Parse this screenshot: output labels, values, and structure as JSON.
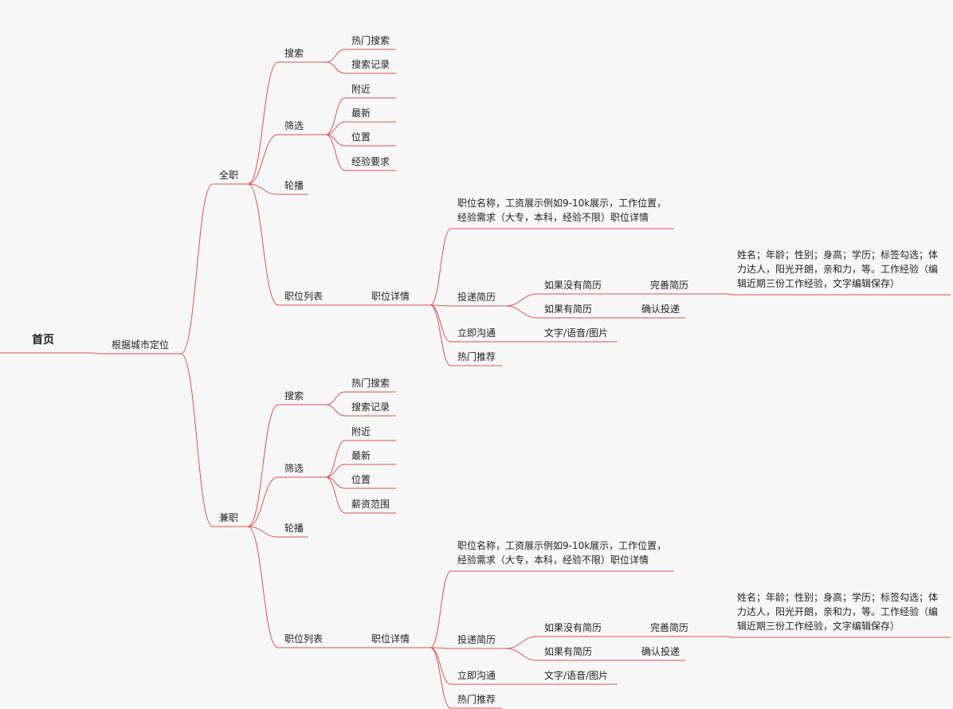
{
  "accent_color": "#d9534f",
  "root": {
    "label": "首页",
    "children": [
      {
        "label": "根据城市定位",
        "children": [
          {
            "label": "全职",
            "children": [
              {
                "label": "搜索",
                "children": [
                  {
                    "label": "热门搜索"
                  },
                  {
                    "label": "搜索记录"
                  }
                ]
              },
              {
                "label": "筛选",
                "children": [
                  {
                    "label": "附近"
                  },
                  {
                    "label": "最新"
                  },
                  {
                    "label": "位置"
                  },
                  {
                    "label": "经验要求"
                  }
                ]
              },
              {
                "label": "轮播"
              },
              {
                "label": "职位列表",
                "children": [
                  {
                    "label": "职位详情",
                    "children": [
                      {
                        "label": "职位名称，工资展示例如9-10k展示，工作位置，经验需求（大专，本科，经验不限）职位详情"
                      },
                      {
                        "label": "投递简历",
                        "children": [
                          {
                            "label": "如果没有简历",
                            "children": [
                              {
                                "label": "完善简历",
                                "children": [
                                  {
                                    "label": "姓名；年龄；性别；身高；学历；标签勾选；体力达人，阳光开朗，亲和力，等。工作经验（编辑近期三份工作经验，文字编辑保存）"
                                  }
                                ]
                              }
                            ]
                          },
                          {
                            "label": "如果有简历",
                            "children": [
                              {
                                "label": "确认投递"
                              }
                            ]
                          }
                        ]
                      },
                      {
                        "label": "立即沟通",
                        "children": [
                          {
                            "label": "文字/语音/图片"
                          }
                        ]
                      },
                      {
                        "label": "热门推荐"
                      }
                    ]
                  }
                ]
              }
            ]
          },
          {
            "label": "兼职",
            "children": [
              {
                "label": "搜索",
                "children": [
                  {
                    "label": "热门搜索"
                  },
                  {
                    "label": "搜索记录"
                  }
                ]
              },
              {
                "label": "筛选",
                "children": [
                  {
                    "label": "附近"
                  },
                  {
                    "label": "最新"
                  },
                  {
                    "label": "位置"
                  },
                  {
                    "label": "薪资范围"
                  }
                ]
              },
              {
                "label": "轮播"
              },
              {
                "label": "职位列表",
                "children": [
                  {
                    "label": "职位详情",
                    "children": [
                      {
                        "label": "职位名称，工资展示例如9-10k展示，工作位置，经验需求（大专，本科，经验不限）职位详情"
                      },
                      {
                        "label": "投递简历",
                        "children": [
                          {
                            "label": "如果没有简历",
                            "children": [
                              {
                                "label": "完善简历",
                                "children": [
                                  {
                                    "label": "姓名；年龄；性别；身高；学历；标签勾选；体力达人，阳光开朗，亲和力，等。工作经验（编辑近期三份工作经验，文字编辑保存）"
                                  }
                                ]
                              }
                            ]
                          },
                          {
                            "label": "如果有简历",
                            "children": [
                              {
                                "label": "确认投递"
                              }
                            ]
                          }
                        ]
                      },
                      {
                        "label": "立即沟通",
                        "children": [
                          {
                            "label": "文字/语音/图片"
                          }
                        ]
                      },
                      {
                        "label": "热门推荐"
                      }
                    ]
                  }
                ]
              }
            ]
          }
        ]
      }
    ]
  }
}
